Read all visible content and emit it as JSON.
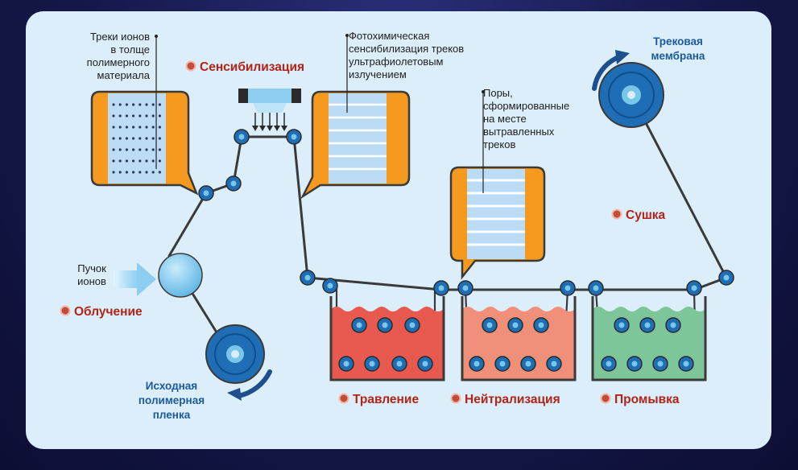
{
  "labels": {
    "tracks": [
      "Треки ионов",
      "в толще",
      "полимерного",
      "материала"
    ],
    "photo": [
      "Фотохимическая",
      "сенсибилизация треков",
      "ультрафиолетовым",
      "излучением"
    ],
    "pores": [
      "Поры,",
      "сформированные",
      "на месте",
      "вытравленных",
      "треков"
    ],
    "beam": [
      "Пучок",
      "ионов"
    ],
    "source": [
      "Исходная",
      "полимерная",
      "пленка"
    ],
    "membrane": [
      "Трековая",
      "мембрана"
    ]
  },
  "steps": {
    "irradiation": "Облучение",
    "sensitization": "Сенсибилизация",
    "etching": "Травление",
    "neutralization": "Нейтрализация",
    "washing": "Промывка",
    "drying": "Сушка"
  },
  "colors": {
    "panel": "#dbeef9",
    "film_line": "#3a3a3a",
    "roller": "#1e6db5",
    "roller_hub": "#78c6e8",
    "strip": "#bcdcf5",
    "edge": "#f59a1e",
    "bath_etch": "#e85a50",
    "bath_neutral": "#f0907a",
    "bath_wash": "#7cc69a",
    "arrow": "#1d4f8f",
    "step_text": "#b32318",
    "blue_text": "#1b5a9e"
  }
}
